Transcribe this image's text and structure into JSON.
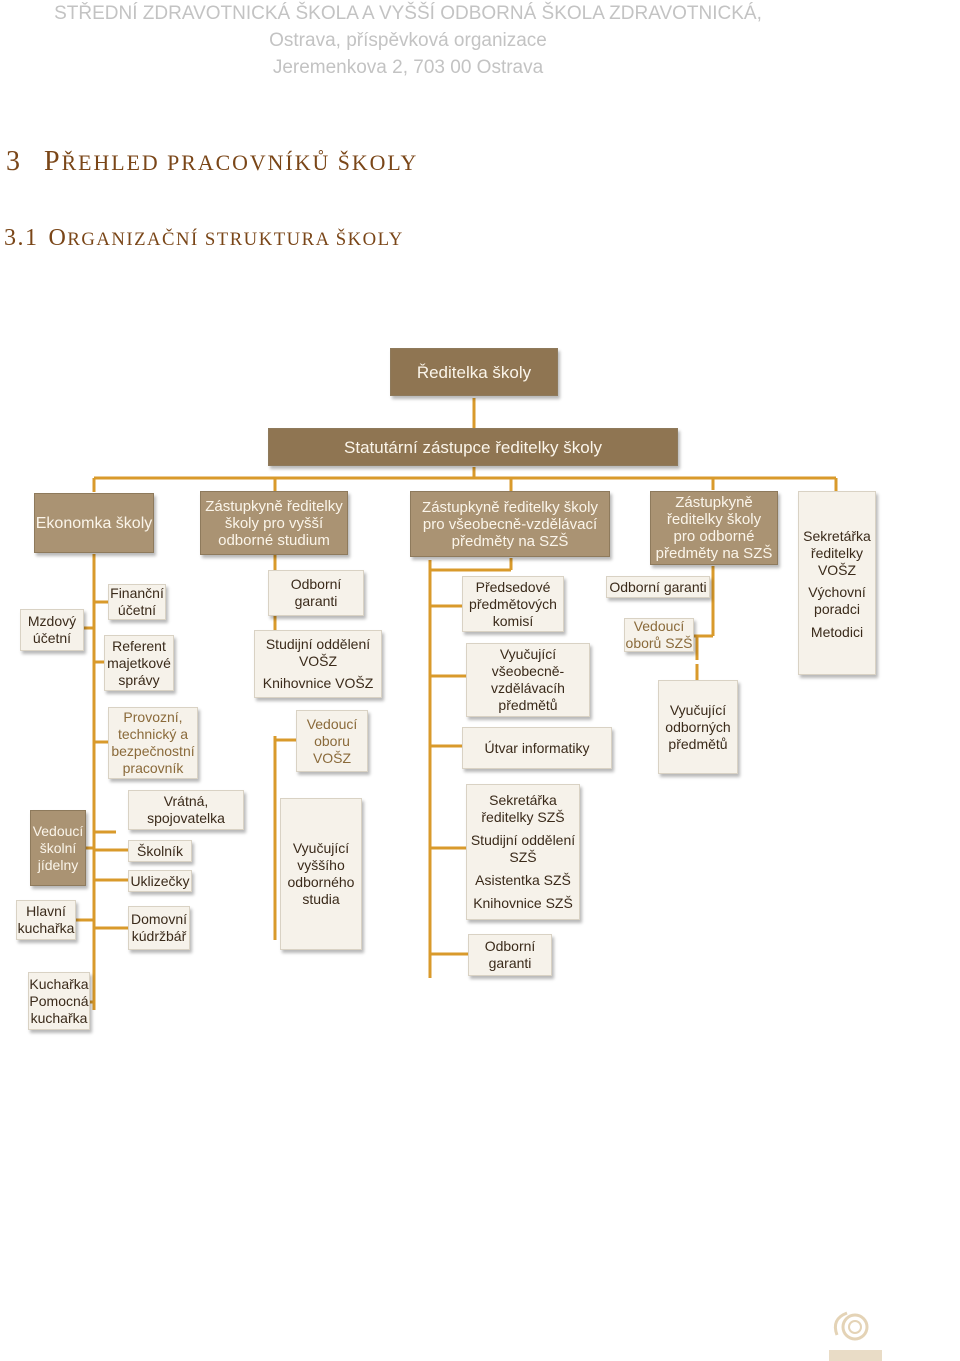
{
  "header": {
    "line1": "STŘEDNÍ ZDRAVOTNICKÁ ŠKOLA A VYŠŠÍ ODBORNÁ ŠKOLA ZDRAVOTNICKÁ,",
    "line2": "Ostrava, příspěvková organizace",
    "line3": "Jeremenkova 2, 703 00 Ostrava"
  },
  "heading1": {
    "number": "3",
    "first": "P",
    "rest": "ŘEHLED PRACOVNÍKŮ ŠKOLY"
  },
  "heading2": {
    "number": "3.1",
    "first": "O",
    "rest": "RGANIZAČNÍ STRUKTURA ŠKOLY"
  },
  "org": {
    "reditelka": "Ředitelka školy",
    "statutarni": "Statutární zástupce ředitelky školy",
    "ekonomka": "Ekonomka školy",
    "mzdova": [
      "Mzdový",
      "účetní"
    ],
    "financni": [
      "Finanční",
      "účetní"
    ],
    "referent": [
      "Referent",
      "majetkové",
      "správy"
    ],
    "provozni": [
      "Provozní,",
      "technický a",
      "bezpečnostní",
      "pracovník"
    ],
    "zast_vos": [
      "Zástupkyně ředitelky",
      "školy pro vyšší",
      "odborné studium"
    ],
    "odb_garanti_vos": [
      "Odborní",
      "garanti"
    ],
    "studijni_vos": [
      "Studijní oddělení",
      "VOŠZ",
      "Knihovnice VOŠZ"
    ],
    "vedouci_oboru_vos": [
      "Vedoucí",
      "oboru",
      "VOŠZ"
    ],
    "zast_vseob": [
      "Zástupkyně ředitelky školy",
      "pro všeobecně-vzdělávací",
      "předměty na SZŠ"
    ],
    "predsedove": [
      "Předsedové",
      "předmětových",
      "komisí"
    ],
    "vyucujici_vseob": [
      "Vyučující",
      "všeobecně-",
      "vzdělávacíh",
      "předmětů"
    ],
    "utvar": "Útvar informatiky",
    "zast_odb": [
      "Zástupkyně",
      "ředitelky školy",
      "pro odborné",
      "předměty na SZŠ"
    ],
    "odb_garanti_szs": "Odborní garanti",
    "vedouci_oboru_szs": [
      "Vedoucí",
      "oborů SZŠ"
    ],
    "vyucujici_odb": [
      "Vyučující",
      "odborných",
      "předmětů"
    ],
    "sekretarka_vos": [
      "Sekretářka",
      "ředitelky",
      "VOŠZ",
      "Výchovní",
      "poradci",
      "Metodici"
    ],
    "vedouci_jidelny": [
      "Vedoucí",
      "školní",
      "jídelny"
    ],
    "hlavni_kucharka": [
      "Hlavní",
      "kuchařka"
    ],
    "kucharka": [
      "Kuchařka",
      "Pomocná",
      "kuchařka"
    ],
    "vratna": [
      "Vrátná,",
      "spojovatelka"
    ],
    "skolnik": "Školník",
    "uklizecky": "Uklizečky",
    "domovni": [
      "Domovní",
      "kúdržbář"
    ],
    "vyucujici_vos": [
      "Vyučující",
      "vyššího",
      "odborného",
      "studia"
    ],
    "sekretarka_szs": [
      "Sekretářka",
      "ředitelky SZŠ",
      "Studijní oddělení",
      "SZŠ",
      "Asistentka SZŠ",
      "Knihovnice SZŠ"
    ],
    "odb_garanti_szs2": [
      "Odborní",
      "garanti"
    ]
  },
  "colors": {
    "connector": "#d99a2b",
    "box_light": "#f6f2ea",
    "box_dark": "#aa9373",
    "heading": "#7a4618",
    "header_text": "#c3c3c3"
  }
}
